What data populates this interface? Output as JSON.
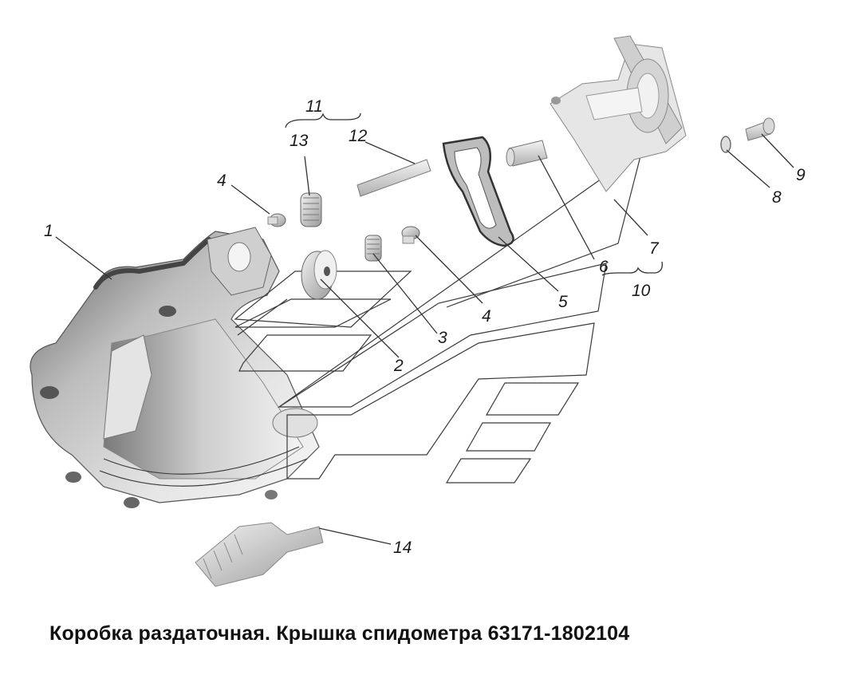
{
  "caption": "Коробка раздаточная. Крышка спидометра 63171-1802104",
  "callouts": [
    {
      "id": "c1",
      "text": "1"
    },
    {
      "id": "c2",
      "text": "2"
    },
    {
      "id": "c3",
      "text": "3"
    },
    {
      "id": "c4a",
      "text": "4"
    },
    {
      "id": "c4b",
      "text": "4"
    },
    {
      "id": "c5",
      "text": "5"
    },
    {
      "id": "c6",
      "text": "6"
    },
    {
      "id": "c7",
      "text": "7"
    },
    {
      "id": "c8",
      "text": "8"
    },
    {
      "id": "c9",
      "text": "9"
    },
    {
      "id": "c10",
      "text": "10"
    },
    {
      "id": "c11",
      "text": "11"
    },
    {
      "id": "c12",
      "text": "12"
    },
    {
      "id": "c13",
      "text": "13"
    },
    {
      "id": "c14",
      "text": "14"
    }
  ],
  "colors": {
    "line": "#333333",
    "part_dark": "#6e6e6e",
    "part_mid": "#a8a8a8",
    "part_light": "#dcdcdc"
  }
}
